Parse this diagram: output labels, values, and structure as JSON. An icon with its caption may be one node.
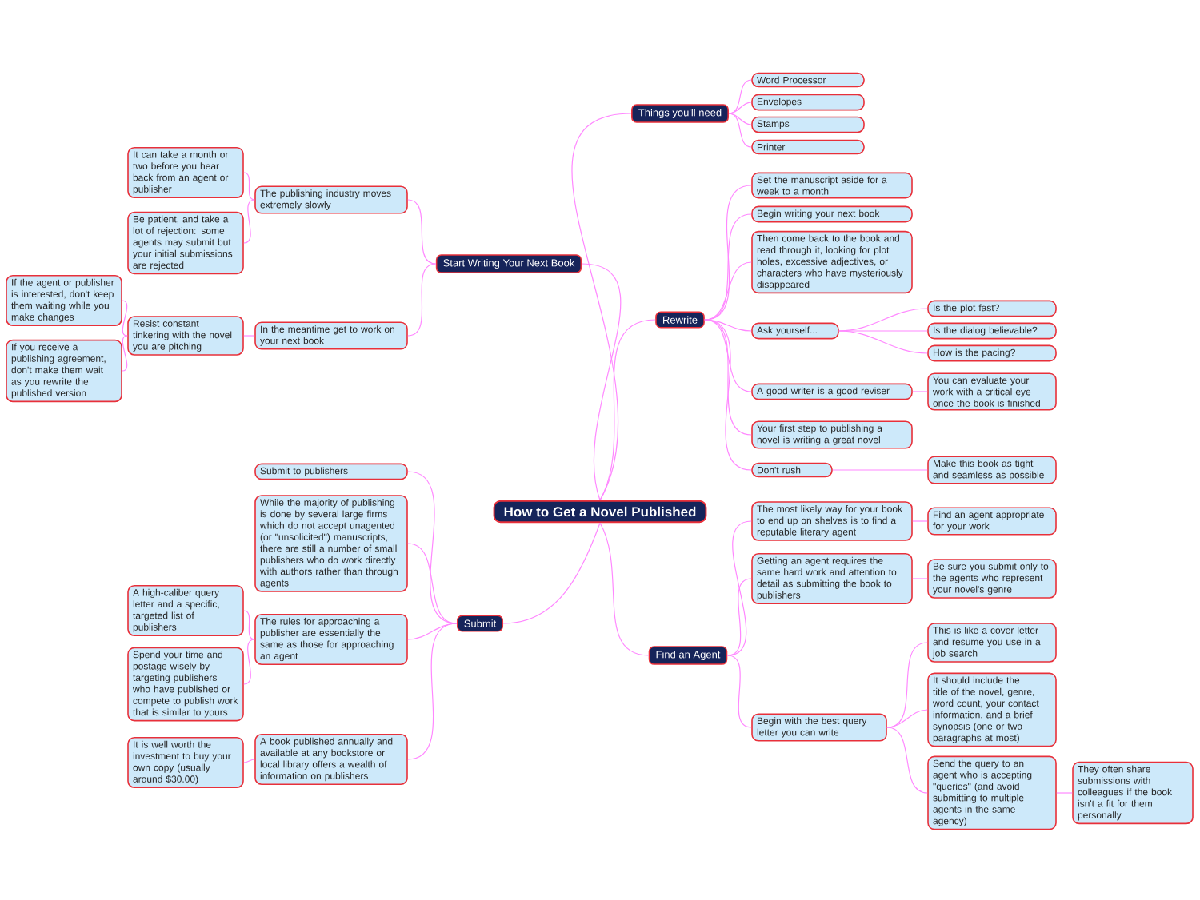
{
  "diagram": {
    "nodes": [
      {
        "text": [
          "How to Get a Novel Published"
        ]
      },
      {
        "text": [
          "Start Writing Your Next Book"
        ]
      },
      {
        "text": [
          "The publishing industry moves extremely slowly"
        ]
      },
      {
        "text": [
          "It can take a month or two before you hear back from an agent or publisher"
        ]
      },
      {
        "text": [
          "Be patient, and take a lot of rejection: some agents may submit but your initial submissions are rejected"
        ]
      },
      {
        "text": [
          "In the meantime get to work on your next book"
        ]
      },
      {
        "text": [
          "Resist constant tinkering with the novel you are pitching"
        ]
      },
      {
        "text": [
          "If the agent or publisher is interested, don't keep them waiting while you make changes"
        ]
      },
      {
        "text": [
          "If you receive a publishing agreement, don't make them wait as you rewrite the published version"
        ]
      },
      {
        "text": [
          "Submit"
        ]
      },
      {
        "text": [
          "Submit to publishers"
        ]
      },
      {
        "text": [
          "While the majority of publishing is done by several large firms which do not accept unagented (or \"unsolicited\") manuscripts, there are still a number of small publishers who do work directly with authors rather than through agents"
        ]
      },
      {
        "text": [
          "The rules for approaching a publisher are essentially the same as those for approaching an agent"
        ]
      },
      {
        "text": [
          "A high-caliber query letter and a specific, targeted list of publishers"
        ]
      },
      {
        "text": [
          "Spend your time and postage wisely by targeting publishers who have published or compete to publish work that is similar to yours"
        ]
      },
      {
        "text": [
          "A book published annually and available at any bookstore or local library offers a wealth of information on publishers"
        ]
      },
      {
        "text": [
          "It is well worth the investment to buy your own copy (usually around $30.00)"
        ]
      },
      {
        "text": [
          "Things you'll need"
        ]
      },
      {
        "text": [
          "Word Processor"
        ]
      },
      {
        "text": [
          "Envelopes"
        ]
      },
      {
        "text": [
          "Stamps"
        ]
      },
      {
        "text": [
          "Printer"
        ]
      },
      {
        "text": [
          "Rewrite"
        ]
      },
      {
        "text": [
          "Set the manuscript aside for a week to a month"
        ]
      },
      {
        "text": [
          "Begin writing your next book"
        ]
      },
      {
        "text": [
          "Then come back to the book and read through it, looking for plot holes, excessive adjectives, or characters who have mysteriously disappeared"
        ]
      },
      {
        "text": [
          "Ask yourself..."
        ]
      },
      {
        "text": [
          "Is the plot fast?"
        ]
      },
      {
        "text": [
          "Is the dialog believable?"
        ]
      },
      {
        "text": [
          "How is the pacing?"
        ]
      },
      {
        "text": [
          "A good writer is a good reviser"
        ]
      },
      {
        "text": [
          "You can evaluate your work with a critical eye once the book is finished"
        ]
      },
      {
        "text": [
          "Your first step to publishing a novel is writing a great novel"
        ]
      },
      {
        "text": [
          "Don't rush"
        ]
      },
      {
        "text": [
          "Make this book as tight and seamless as possible"
        ]
      },
      {
        "text": [
          "Find an Agent"
        ]
      },
      {
        "text": [
          "The most likely way for your book to end up on shelves is to find a reputable literary agent"
        ]
      },
      {
        "text": [
          "Find an agent appropriate for your work"
        ]
      },
      {
        "text": [
          "Getting an agent requires the same hard work and attention to detail as submitting the book to publishers"
        ]
      },
      {
        "text": [
          "Be sure you submit only to the agents who represent your novel's genre"
        ]
      },
      {
        "text": [
          "Begin with the best query letter you can write"
        ]
      },
      {
        "text": [
          "This is like a cover letter and resume you use in a job search"
        ]
      },
      {
        "text": [
          "It should include the title of the novel, genre, word count, your contact information, and a brief synopsis (one or two paragraphs at most)"
        ]
      },
      {
        "text": [
          "Send the query to an agent who is accepting \"queries\" (and avoid submitting to multiple agents in the same agency)"
        ]
      },
      {
        "text": [
          "They often share submissions with colleagues if the book isn't a fit for them personally"
        ]
      }
    ],
    "edges": [
      {
        "from": 0,
        "to": 1,
        "arrow": "none"
      },
      {
        "from": 1,
        "to": 2,
        "arrow": "none"
      },
      {
        "from": 2,
        "to": 3,
        "arrow": "none"
      },
      {
        "from": 2,
        "to": 4,
        "arrow": "none"
      },
      {
        "from": 1,
        "to": 5,
        "arrow": "none"
      },
      {
        "from": 5,
        "to": 6,
        "arrow": "none"
      },
      {
        "from": 6,
        "to": 7,
        "arrow": "none"
      },
      {
        "from": 6,
        "to": 8,
        "arrow": "none"
      },
      {
        "from": 0,
        "to": 9,
        "arrow": "none"
      },
      {
        "from": 9,
        "to": 10,
        "arrow": "none"
      },
      {
        "from": 9,
        "to": 11,
        "arrow": "none"
      },
      {
        "from": 9,
        "to": 12,
        "arrow": "none"
      },
      {
        "from": 12,
        "to": 13,
        "arrow": "none"
      },
      {
        "from": 12,
        "to": 14,
        "arrow": "none"
      },
      {
        "from": 9,
        "to": 15,
        "arrow": "none"
      },
      {
        "from": 15,
        "to": 16,
        "arrow": "none"
      },
      {
        "from": 0,
        "to": 17,
        "arrow": "none"
      },
      {
        "from": 17,
        "to": 18,
        "arrow": "none"
      },
      {
        "from": 17,
        "to": 19,
        "arrow": "none"
      },
      {
        "from": 17,
        "to": 20,
        "arrow": "none"
      },
      {
        "from": 17,
        "to": 21,
        "arrow": "none"
      },
      {
        "from": 0,
        "to": 22,
        "arrow": "none"
      },
      {
        "from": 22,
        "to": 23,
        "arrow": "none"
      },
      {
        "from": 22,
        "to": 24,
        "arrow": "none"
      },
      {
        "from": 22,
        "to": 25,
        "arrow": "none"
      },
      {
        "from": 22,
        "to": 26,
        "arrow": "none"
      },
      {
        "from": 26,
        "to": 27,
        "arrow": "none"
      },
      {
        "from": 26,
        "to": 28,
        "arrow": "none"
      },
      {
        "from": 26,
        "to": 29,
        "arrow": "none"
      },
      {
        "from": 22,
        "to": 30,
        "arrow": "none"
      },
      {
        "from": 30,
        "to": 31,
        "arrow": "none"
      },
      {
        "from": 22,
        "to": 32,
        "arrow": "none"
      },
      {
        "from": 22,
        "to": 33,
        "arrow": "none"
      },
      {
        "from": 33,
        "to": 34,
        "arrow": "none"
      },
      {
        "from": 0,
        "to": 35,
        "arrow": "none"
      },
      {
        "from": 35,
        "to": 36,
        "arrow": "none"
      },
      {
        "from": 36,
        "to": 37,
        "arrow": "none"
      },
      {
        "from": 35,
        "to": 38,
        "arrow": "none"
      },
      {
        "from": 38,
        "to": 39,
        "arrow": "none"
      },
      {
        "from": 35,
        "to": 40,
        "arrow": "none"
      },
      {
        "from": 40,
        "to": 41,
        "arrow": "none"
      },
      {
        "from": 40,
        "to": 42,
        "arrow": "none"
      },
      {
        "from": 40,
        "to": 43,
        "arrow": "none"
      },
      {
        "from": 43,
        "to": 44,
        "arrow": "none"
      }
    ]
  }
}
